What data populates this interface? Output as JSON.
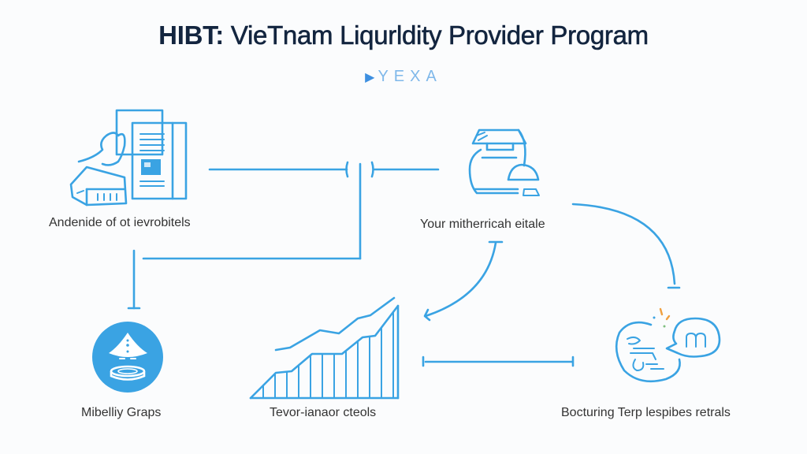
{
  "header": {
    "title_prefix": "HIBT:",
    "title_rest": " VieTnam Liqurldity Provider Program",
    "brand_glyph": "▶",
    "brand_text": "YEXA"
  },
  "nodes": [
    {
      "id": "documents",
      "icon": "documents-box-icon",
      "label": "Andenide of ot ievrobitels"
    },
    {
      "id": "machine",
      "icon": "machine-icon",
      "label": "Your mitherricah eitale"
    },
    {
      "id": "graphs",
      "icon": "cone-coin-icon",
      "label": "Mibelliy Graps"
    },
    {
      "id": "chart",
      "icon": "growth-chart-icon",
      "label": "Tevor-ianaor cteols"
    },
    {
      "id": "chat",
      "icon": "chat-bubble-icon",
      "label": "Bocturing Terp lespibes retrals"
    }
  ],
  "colors": {
    "accent": "#3aa3e3",
    "title": "#13253f",
    "label": "#333333",
    "brand": "#7fb8ea",
    "spark": "#f0a040"
  }
}
